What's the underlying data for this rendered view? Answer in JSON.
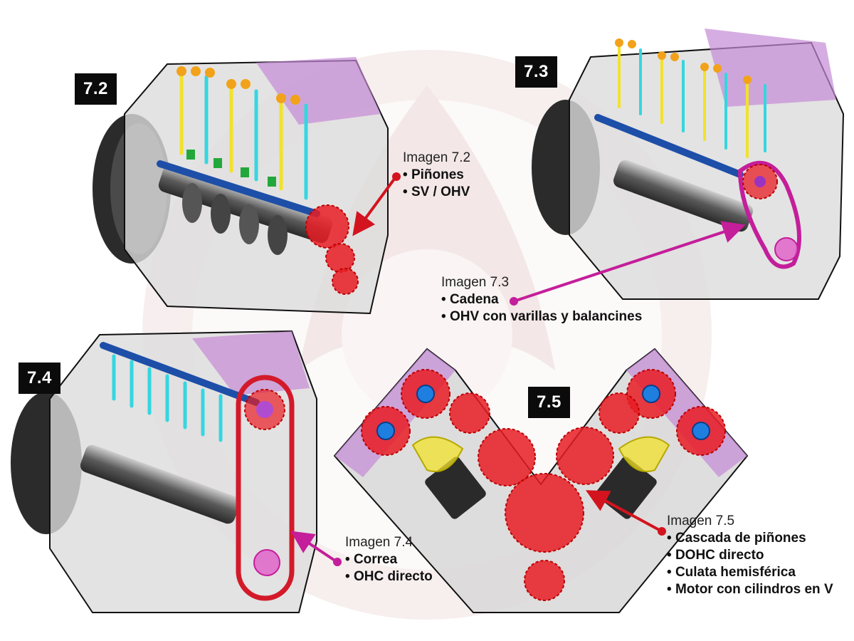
{
  "panels": {
    "p72": {
      "badge": "7.2",
      "caption_title": "Imagen 7.2",
      "items": [
        "Piñones",
        "SV / OHV"
      ]
    },
    "p73": {
      "badge": "7.3",
      "caption_title": "Imagen 7.3",
      "items": [
        "Cadena",
        "OHV con varillas y balancines"
      ]
    },
    "p74": {
      "badge": "7.4",
      "caption_title": "Imagen 7.4",
      "items": [
        "Correa",
        "OHC directo"
      ]
    },
    "p75": {
      "badge": "7.5",
      "caption_title": "Imagen 7.5",
      "items": [
        "Cascada de piñones",
        "DOHC directo",
        "Culata hemisférica",
        "Motor con cilindros en V"
      ]
    }
  },
  "colors": {
    "gear_red": "#e81c24",
    "chain_magenta": "#c41e9a",
    "belt_red": "#d31a2a",
    "pushrod_yellow": "#f2e22a",
    "valve_cyan": "#35d6e0",
    "camshaft_blue": "#1d4fa8",
    "rocker_orange": "#f2a21a",
    "tappet_green": "#22a83a",
    "head_purple": "#b25cc8",
    "watermark": "#e9d3d3"
  }
}
